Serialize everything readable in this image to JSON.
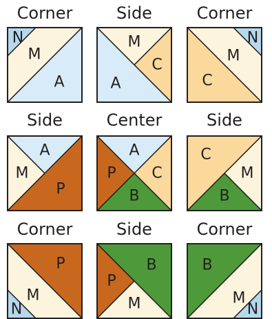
{
  "colors": {
    "N": "#b5d8ed",
    "A": "#d7ecf8",
    "M": "#fdf4dd",
    "C": "#fbd99c",
    "P": "#c8681e",
    "B": "#4e9a3a",
    "line": "#231f20"
  },
  "blocks": [
    {
      "title": "Corner",
      "type": "diagonal-tr",
      "pieces": [
        {
          "patch": "N",
          "shape": "corner-tl",
          "label": "N"
        },
        {
          "patch": "M",
          "shape": "strip",
          "label": "M"
        },
        {
          "patch": "A",
          "shape": "half-br",
          "label": "A"
        }
      ]
    },
    {
      "title": "Side",
      "type": "side",
      "pieces": [
        {
          "patch": "M",
          "shape": "top",
          "label": "M"
        },
        {
          "patch": "C",
          "shape": "right",
          "label": "C"
        },
        {
          "patch": "A",
          "shape": "bottom-left-half",
          "label": "A"
        }
      ]
    },
    {
      "title": "Corner",
      "type": "diagonal-tl",
      "pieces": [
        {
          "patch": "N",
          "shape": "corner-tr",
          "label": "N"
        },
        {
          "patch": "M",
          "shape": "strip",
          "label": "M"
        },
        {
          "patch": "C",
          "shape": "half-bl",
          "label": "C"
        }
      ]
    },
    {
      "title": "Side",
      "type": "quarter",
      "pieces": [
        {
          "patch": "A",
          "shape": "top",
          "label": "A"
        },
        {
          "patch": "M",
          "shape": "left",
          "label": "M"
        },
        {
          "patch": "P",
          "shape": "bottom-right-half",
          "label": "P"
        }
      ]
    },
    {
      "title": "Center",
      "type": "quarter",
      "pieces": [
        {
          "patch": "A",
          "shape": "top",
          "label": "A"
        },
        {
          "patch": "C",
          "shape": "right",
          "label": "C"
        },
        {
          "patch": "B",
          "shape": "bottom",
          "label": "B"
        },
        {
          "patch": "P",
          "shape": "left",
          "label": "P"
        }
      ]
    },
    {
      "title": "Side",
      "type": "quarter",
      "pieces": [
        {
          "patch": "C",
          "shape": "top-left-half",
          "label": "C"
        },
        {
          "patch": "M",
          "shape": "right",
          "label": "M"
        },
        {
          "patch": "B",
          "shape": "bottom",
          "label": "B"
        }
      ]
    },
    {
      "title": "Corner",
      "type": "diagonal-tl",
      "pieces": [
        {
          "patch": "P",
          "shape": "half-tr",
          "label": "P"
        },
        {
          "patch": "M",
          "shape": "strip",
          "label": "M"
        },
        {
          "patch": "N",
          "shape": "corner-bl",
          "label": "N"
        }
      ]
    },
    {
      "title": "Side",
      "type": "quarter",
      "pieces": [
        {
          "patch": "B",
          "shape": "top-right-half",
          "label": "B"
        },
        {
          "patch": "P",
          "shape": "left",
          "label": "P"
        },
        {
          "patch": "M",
          "shape": "bottom",
          "label": "M"
        }
      ]
    },
    {
      "title": "Corner",
      "type": "diagonal-tr",
      "pieces": [
        {
          "patch": "B",
          "shape": "half-tl",
          "label": "B"
        },
        {
          "patch": "M",
          "shape": "strip",
          "label": "M"
        },
        {
          "patch": "N",
          "shape": "corner-br",
          "label": "N"
        }
      ]
    }
  ]
}
